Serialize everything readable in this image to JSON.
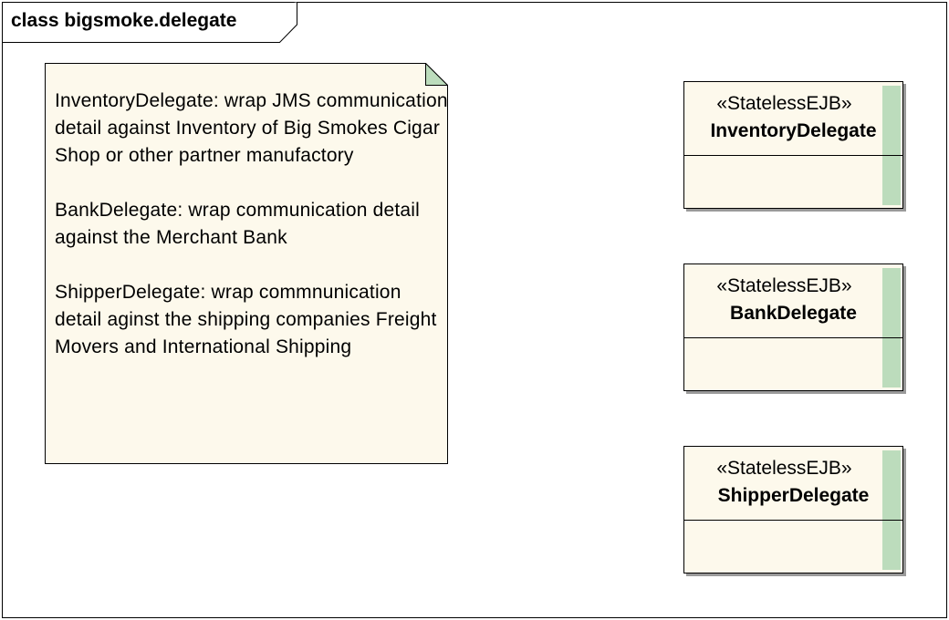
{
  "frame": {
    "title": "class bigsmoke.delegate"
  },
  "note": {
    "paragraphs": [
      "InventoryDelegate: wrap JMS communication detail against Inventory of Big Smokes Cigar Shop or other partner manufactory",
      "BankDelegate: wrap communication detail against the Merchant Bank",
      "ShipperDelegate: wrap commnunication detail aginst the shipping companies Freight Movers and International Shipping"
    ]
  },
  "classes": [
    {
      "stereotype": "«StatelessEJB»",
      "name": "InventoryDelegate"
    },
    {
      "stereotype": "«StatelessEJB»",
      "name": "BankDelegate"
    },
    {
      "stereotype": "«StatelessEJB»",
      "name": "ShipperDelegate"
    }
  ],
  "colors": {
    "note_fill": "#fdf9ec",
    "note_fold": "#bcdcbc",
    "class_fill": "#fdf9ec",
    "class_stripe": "#bcdcbc",
    "border": "#000000"
  }
}
